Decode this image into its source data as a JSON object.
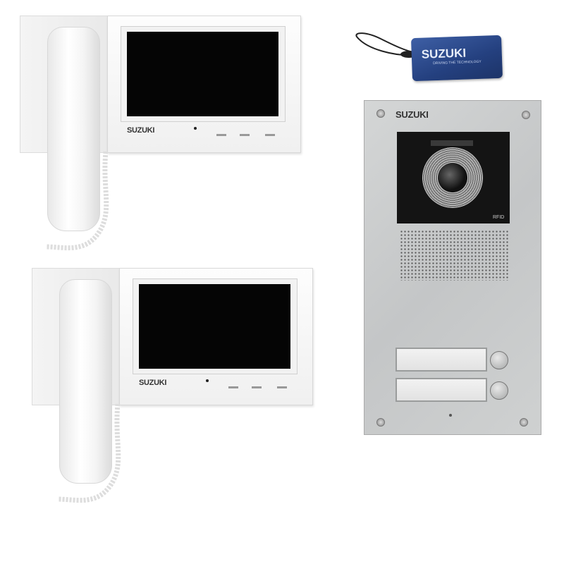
{
  "monitors": [
    {
      "brand": "SUZUKI"
    },
    {
      "brand": "SUZUKI"
    }
  ],
  "rfid_tag": {
    "brand": "SUZUKI",
    "tagline": "DRIVING THE TECHNOLOGY",
    "color": "#2b4a8a"
  },
  "door_panel": {
    "brand": "SUZUKI",
    "rfid_label": "RFID",
    "call_buttons": 2
  },
  "colors": {
    "panel": "#c8caca",
    "screen": "#050505",
    "tag": "#2b4a8a"
  }
}
